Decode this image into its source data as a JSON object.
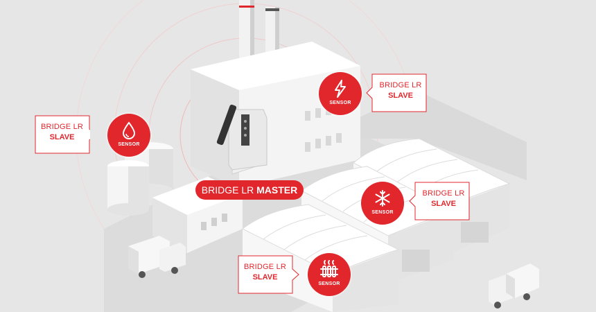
{
  "colors": {
    "accent": "#e1262c",
    "background": "#e6e6e6",
    "building": "#f7f7f7",
    "shadow": "#d8d8d8"
  },
  "master": {
    "prefix": "BRIDGE LR",
    "strong": "MASTER"
  },
  "slaves": [
    {
      "line1": "BRIDGE LR",
      "line2": "SLAVE"
    },
    {
      "line1": "BRIDGE LR",
      "line2": "SLAVE"
    },
    {
      "line1": "BRIDGE LR",
      "line2": "SLAVE"
    },
    {
      "line1": "BRIDGE LR",
      "line2": "SLAVE"
    }
  ],
  "sensors": [
    {
      "icon": "water-drop-icon",
      "label": "SENSOR"
    },
    {
      "icon": "lightning-bolt-icon",
      "label": "SENSOR"
    },
    {
      "icon": "snowflake-icon",
      "label": "SENSOR"
    },
    {
      "icon": "radiator-icon",
      "label": "SENSOR"
    }
  ]
}
